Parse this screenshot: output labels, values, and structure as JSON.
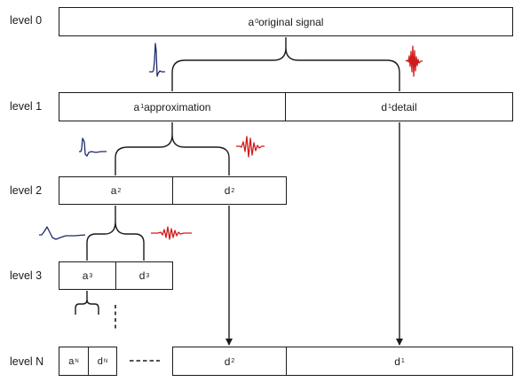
{
  "levels": [
    "level 0",
    "level 1",
    "level 2",
    "level 3",
    "level N"
  ],
  "level0": {
    "main": "a",
    "sub": "0",
    "text": " original signal"
  },
  "level1": {
    "approx": {
      "main": "a",
      "sub": "1",
      "text": " approximation"
    },
    "detail": {
      "main": "d",
      "sub": "1",
      "text": " detail"
    }
  },
  "level2": {
    "approx": {
      "main": "a",
      "sub": "2"
    },
    "detail": {
      "main": "d",
      "sub": "2"
    }
  },
  "level3": {
    "approx": {
      "main": "a",
      "sub": "3"
    },
    "detail": {
      "main": "d",
      "sub": "3"
    }
  },
  "levelN": {
    "approx": {
      "main": "a",
      "sub": "N"
    },
    "detail": {
      "main": "d",
      "sub": "N"
    },
    "d2": {
      "main": "d",
      "sub": "2"
    },
    "d1": {
      "main": "d",
      "sub": "1"
    }
  },
  "colors": {
    "approximation_wavelet": "#1f2a6b",
    "detail_wavelet": "#d11a1a",
    "line": "#1a1a1a"
  }
}
